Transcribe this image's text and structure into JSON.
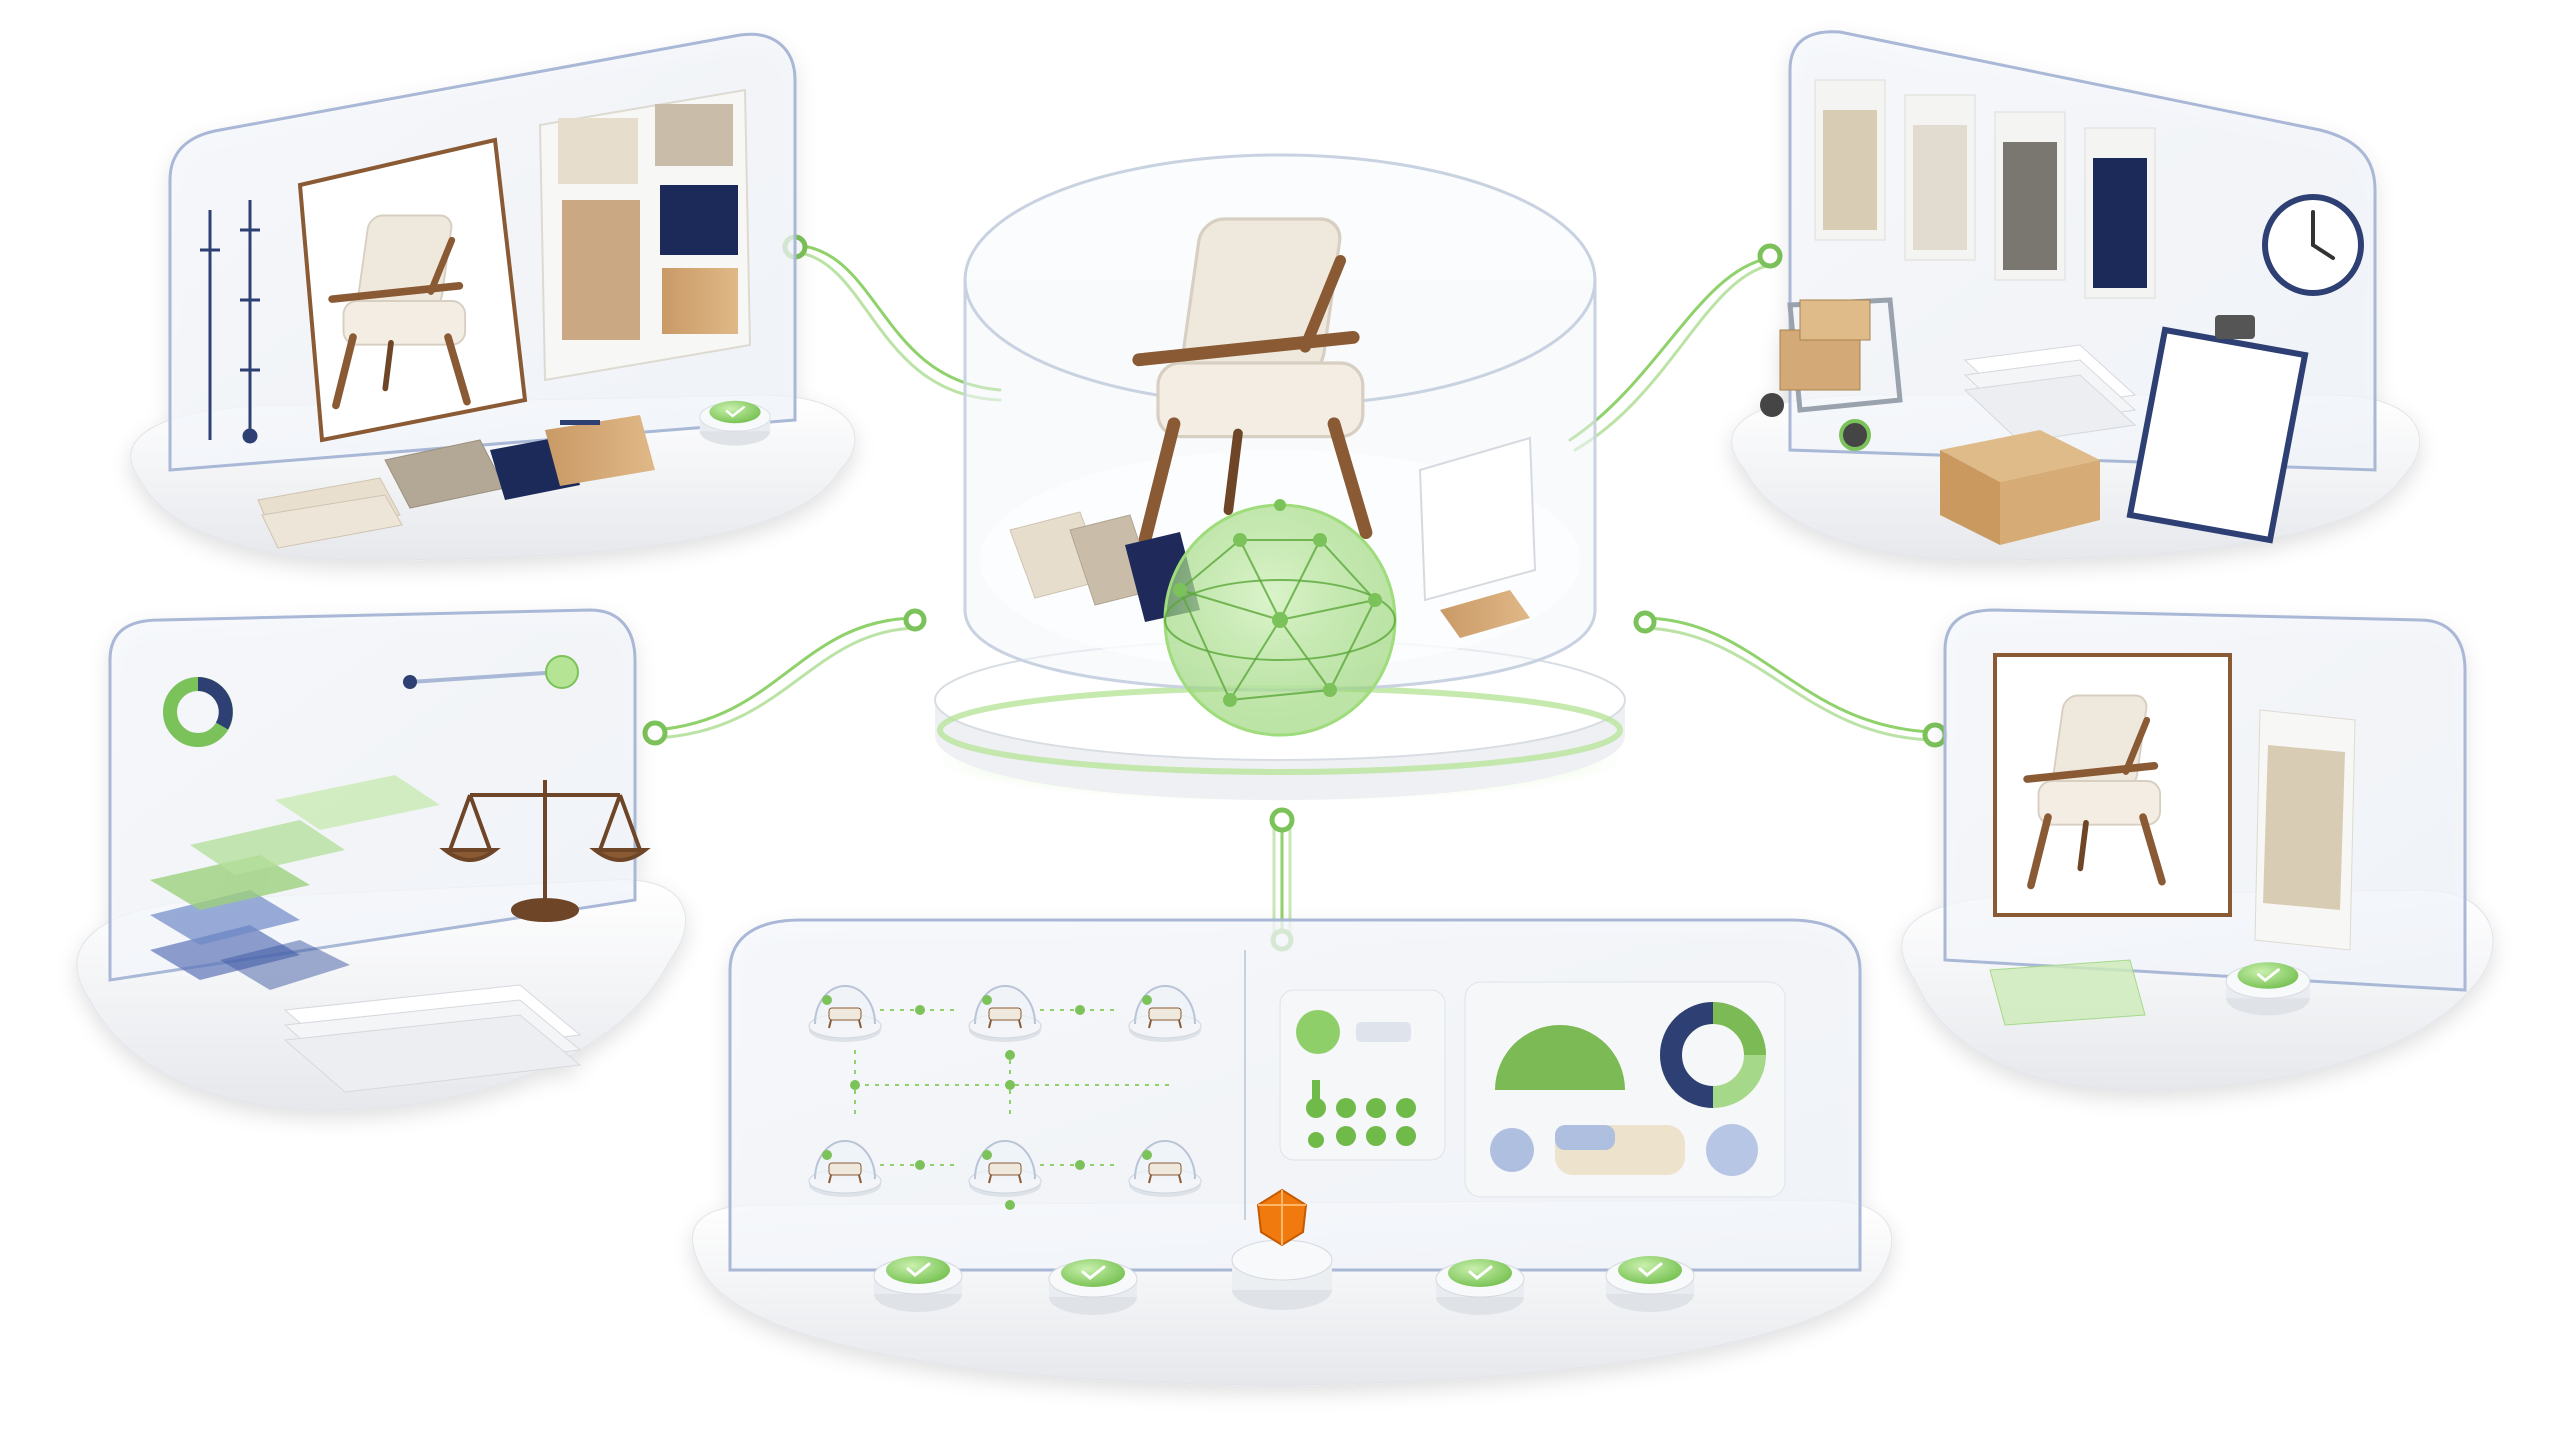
{
  "scene": {
    "center_pedestal": {
      "product": "armchair-icon",
      "swatch_colors": [
        "#e6ddcd",
        "#c9bda9",
        "#1f2a5a"
      ],
      "network": "network-sphere-icon"
    },
    "modules": [
      {
        "id": "design-review",
        "items": [
          "armchair-photo",
          "fabric-swatches",
          "folded-fabrics",
          "approve-button"
        ]
      },
      {
        "id": "logistics",
        "items": [
          "fabric-swatches",
          "wall-clock-icon",
          "hand-truck-icon",
          "boxes",
          "clipboard-icon"
        ]
      },
      {
        "id": "compliance",
        "items": [
          "donut-chart-icon",
          "slider",
          "stacked-layers",
          "balance-scale-icon",
          "paper-stack"
        ]
      },
      {
        "id": "final-approval",
        "items": [
          "armchair-photo",
          "fabric-swatch",
          "tray",
          "approve-button"
        ]
      },
      {
        "id": "scenario-dashboard",
        "items": [
          "room-domes",
          "settings-panel",
          "charts-panel",
          "approve-buttons",
          "alert-gem-icon"
        ]
      }
    ],
    "colors": {
      "accent_green": "#7cc25a",
      "navy": "#1f2a5a",
      "glass_edge": "#a9b8d6",
      "wood": "#8a5a34",
      "cushion": "#efe8dc",
      "alert": "#f07a10"
    }
  }
}
